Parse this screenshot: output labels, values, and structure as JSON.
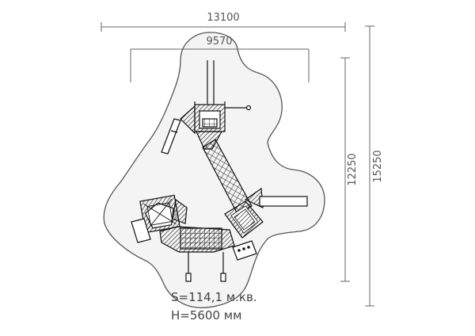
{
  "dimensions": {
    "overall_width": "13100",
    "inner_width": "9570",
    "inner_height": "12250",
    "overall_height": "15250"
  },
  "info": {
    "area": "S=114,1 м.кв.",
    "height": "H=5600 мм"
  }
}
